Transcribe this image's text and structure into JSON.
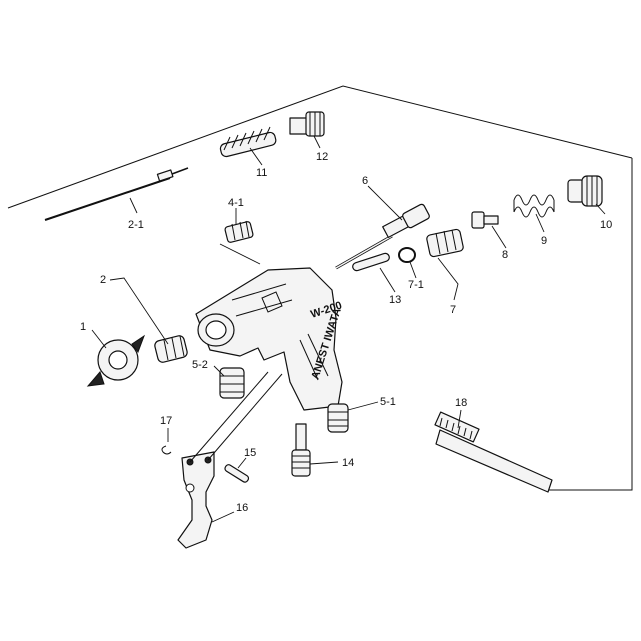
{
  "labels": {
    "l1": "1",
    "l2": "2",
    "l2_1": "2-1",
    "l4_1": "4-1",
    "l5_1": "5-1",
    "l5_2": "5-2",
    "l6": "6",
    "l7": "7",
    "l7_1": "7-1",
    "l8": "8",
    "l9": "9",
    "l10": "10",
    "l11": "11",
    "l12": "12",
    "l13": "13",
    "l14": "14",
    "l15": "15",
    "l16": "16",
    "l17": "17",
    "l18": "18"
  },
  "gun_body_text": "ANEST IWATA",
  "gun_model_text": "W-200"
}
